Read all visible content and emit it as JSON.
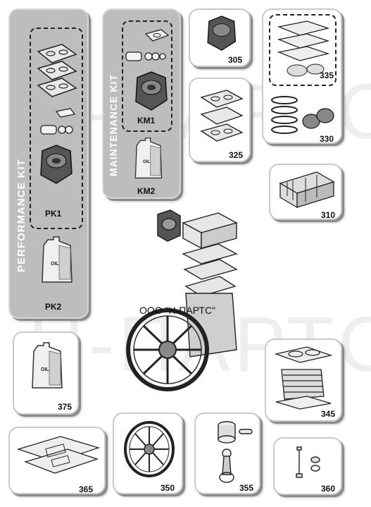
{
  "kits": {
    "performance": {
      "title": "PERFORMANCE  KIT",
      "code_a": "PK1",
      "code_b": "PK2"
    },
    "maintenance": {
      "title": "MAINTENANCE KIT",
      "code_a": "KM1",
      "code_b": "KM2"
    }
  },
  "parts": {
    "p305": "305",
    "p325": "325",
    "p335": "335",
    "p330": "330",
    "p310": "310",
    "p375": "375",
    "p345": "345",
    "p365": "365",
    "p350": "350",
    "p355": "355",
    "p360": "360"
  },
  "oil_label": "OIL",
  "caption": "ООО \"Н-ПАРТС\"",
  "watermark": "Н-ПАРТС",
  "colors": {
    "panel_gray": "#bdbdbd",
    "panel_border": "#c9c9c9",
    "shadow": "#8a8a8a"
  }
}
